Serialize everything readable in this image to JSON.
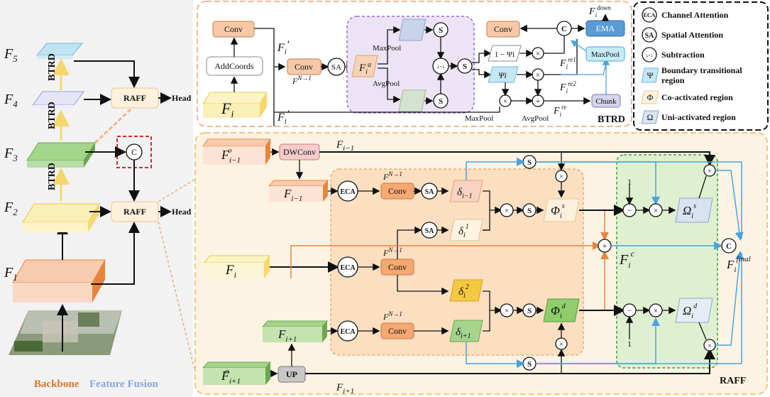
{
  "left_panel": {
    "levels": [
      "F5",
      "F4",
      "F3",
      "F2",
      "F1"
    ],
    "btrd_label": "BTRD",
    "raff_label": "RAFF",
    "concat_label": "C",
    "head_label": "Head",
    "backbone_label": "Backbone",
    "fusion_label": "Feature Fusion"
  },
  "btrd": {
    "title": "BTRD",
    "conv": "Conv",
    "addcoords": "AddCoords",
    "sa": "SA",
    "s": "S",
    "maxpool": "MaxPool",
    "avgpool": "AvgPool",
    "subtract": "↓-↓",
    "one_minus_psi": "1 − Ψi",
    "psi": "Ψi",
    "chunk": "Chunk",
    "ema": "EMA",
    "c": "C",
    "times": "×",
    "plus": "+",
    "f_i": "Fi",
    "f_i_prime": "Fi′",
    "f_n1": "FN→1",
    "f_ia": "Fia",
    "f_re1": "Fire1",
    "f_re2": "Fire2",
    "f_re": "Fire",
    "f_down": "Fidown"
  },
  "legend": {
    "items": [
      {
        "sym": "ECA",
        "label": "Channel Attention"
      },
      {
        "sym": "SA",
        "label": "Spatial Attention"
      },
      {
        "sym": "↓-↓",
        "label": "Subtraction"
      },
      {
        "sym": "Ψ",
        "label": "Boundary transitional region"
      },
      {
        "sym": "Φ",
        "label": "Co-activated region"
      },
      {
        "sym": "Ω",
        "label": "Uni-activated region"
      }
    ]
  },
  "raff": {
    "title": "RAFF",
    "dwconv": "DWConv",
    "up": "UP",
    "eca": "ECA",
    "conv": "Conv",
    "sa": "SA",
    "s": "S",
    "c": "C",
    "f_prev_o": "Fi−1o",
    "f_prev": "Fi−1",
    "f_i": "Fi",
    "f_next": "Fi+1",
    "f_next_o": "Fi+1o",
    "f_n1": "FN→1",
    "delta_prev": "δi−1",
    "delta1": "δi1",
    "delta2": "δi2",
    "delta_next": "δi+1",
    "phi_s": "Φis",
    "phi_d": "Φid",
    "omega_s": "Ωis",
    "omega_d": "Ωid",
    "f_c": "Fic",
    "f_final": "Fifinal"
  }
}
